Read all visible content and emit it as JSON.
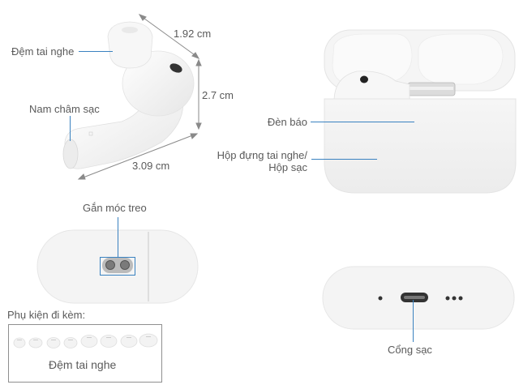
{
  "title": "AirPods diagram",
  "colors": {
    "callout_line": "#3a82c0",
    "dimension_line": "#8a8a8a",
    "label_text": "#5a5a5a",
    "product_white": "#f4f4f4"
  },
  "earbud": {
    "labels": {
      "ear_tip": "Đệm tai nghe",
      "charging_magnet": "Nam châm sạc"
    },
    "dimensions": {
      "width": "1.92 cm",
      "height": "2.7 cm",
      "length": "3.09 cm"
    }
  },
  "case_open": {
    "labels": {
      "indicator_light": "Đèn báo",
      "case_line1": "Hộp đựng tai nghe/",
      "case_line2": "Hộp sạc"
    }
  },
  "case_side": {
    "labels": {
      "lanyard_loop": "Gắn móc treo"
    }
  },
  "case_bottom": {
    "labels": {
      "charging_port": "Cổng sạc"
    }
  },
  "accessories": {
    "heading": "Phụ kiện đi kèm:",
    "caption": "Đệm tai nghe",
    "ear_tip_count": 8
  }
}
